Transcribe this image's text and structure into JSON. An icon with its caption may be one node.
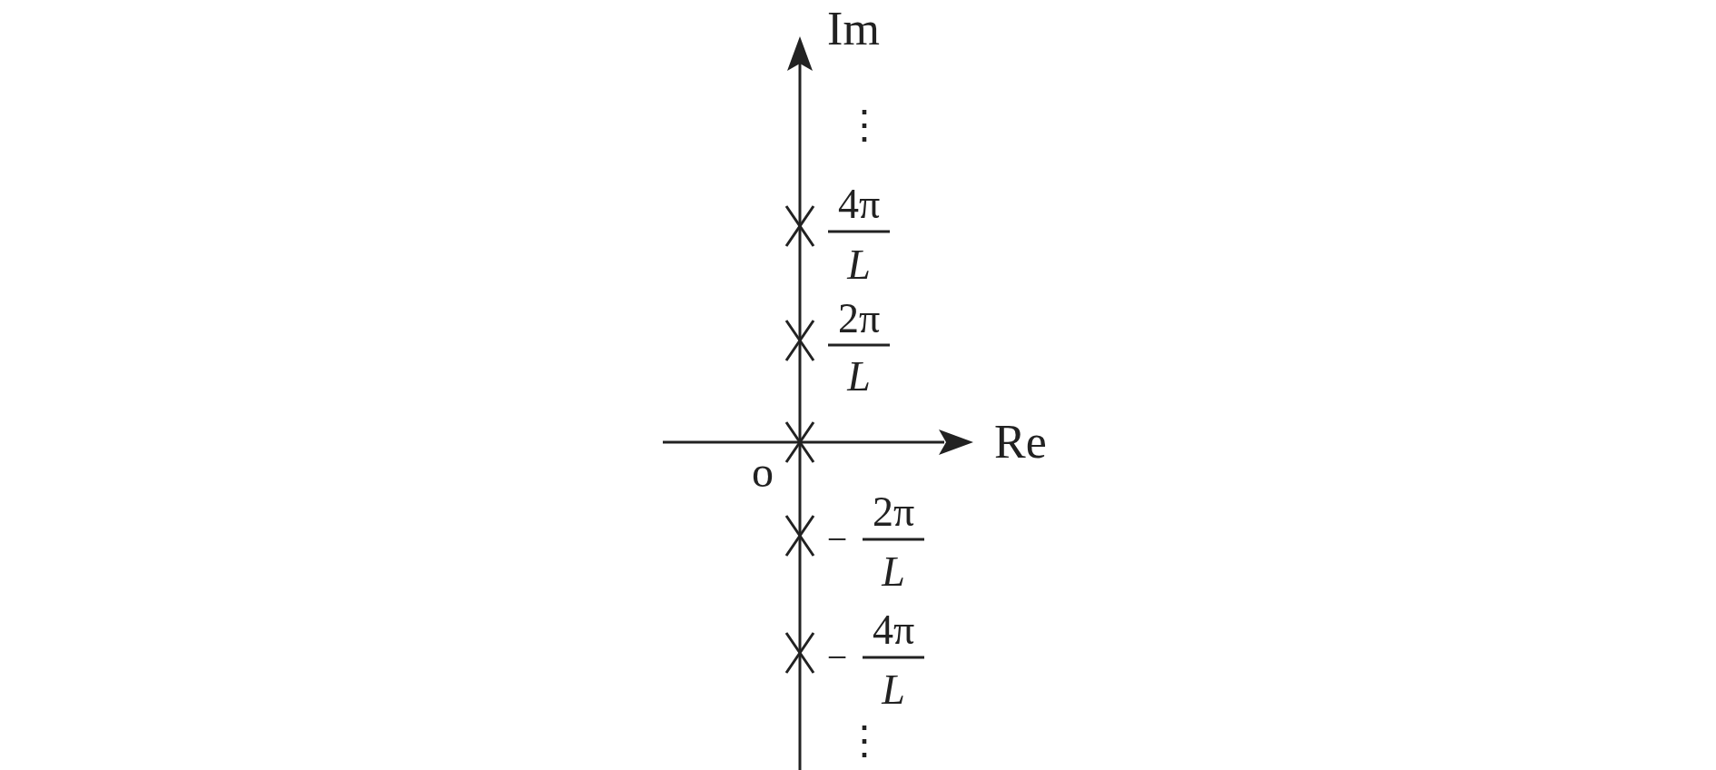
{
  "diagram": {
    "labels": [
      "Im",
      "⋮",
      "4π",
      "L",
      "2π",
      "L",
      "Re",
      "o",
      "−",
      "2π",
      "L",
      "−",
      "4π",
      "L",
      "⋮"
    ]
  }
}
